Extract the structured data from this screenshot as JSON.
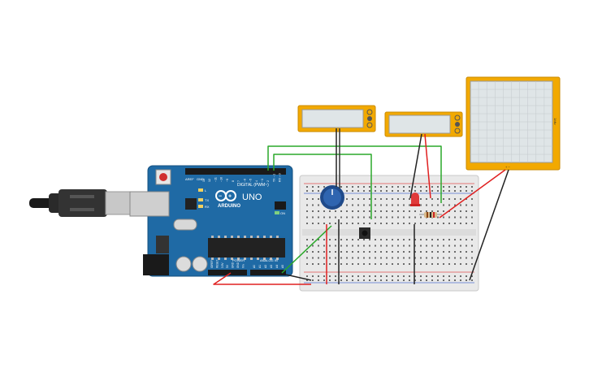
{
  "arduino": {
    "aref_label": "AREF",
    "gnd_label": "GND",
    "pin_labels": [
      "13",
      "12",
      "~11",
      "~10",
      "~9",
      "8",
      "7",
      "~6",
      "~5",
      "4",
      "~3",
      "2",
      "TX→1",
      "RX←0"
    ],
    "digital_label": "DIGITAL (PWM~)",
    "brand": "ARDUINO",
    "model": "UNO",
    "led_l_label": "L",
    "led_tx_label": "TX",
    "led_rx_label": "RX",
    "on_label": "ON",
    "power_label": "POWER",
    "analog_label": "ANALOG IN",
    "power_pins": [
      "IOREF",
      "RESET",
      "3.3V",
      "5V",
      "GND",
      "GND",
      "Vin"
    ],
    "analog_pins": [
      "A0",
      "A1",
      "A2",
      "A3",
      "A4",
      "A5"
    ]
  },
  "oscilloscope": {
    "scale_label": "1/div",
    "connector_label": "+ −"
  },
  "colors": {
    "wire_green": "#2aa82a",
    "wire_red": "#e02020",
    "wire_black": "#222222",
    "board_blue": "#1f6aa5",
    "instrument_orange": "#f2a900"
  }
}
